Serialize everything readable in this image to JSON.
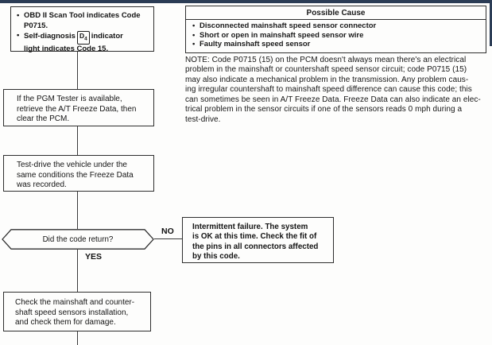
{
  "colors": {
    "top_bar": "#2b3c55",
    "line": "#3a3a3a",
    "text": "#161616"
  },
  "possible_cause": {
    "title": "Possible Cause",
    "bullet": "•",
    "items": [
      "Disconnected mainshaft speed sensor connector",
      "Short or open in mainshaft speed sensor wire",
      "Faulty mainshaft speed sensor"
    ]
  },
  "note": "NOTE: Code P0715 (15) on the PCM doesn't always mean there's an electrical\nproblem in the mainshaft or countershaft speed sensor circuit; code P0715 (15)\nmay also indicate a mechanical problem in the transmission. Any problem caus-\ning irregular countershaft to mainshaft speed difference can cause this code; this\ncan sometimes be seen in A/T Freeze Data. Freeze Data can also indicate an elec-\ntrical problem in the sensor circuits if one of the sensors reads 0 mph during a\ntest-drive.",
  "flow": {
    "start": {
      "bullet": "•",
      "item1": "OBD II Scan Tool indicates Code\nP0715.",
      "item2_pre": "Self-diagnosis",
      "indicator": "D",
      "indicator_sub": "4",
      "item2_post": "indicator\nlight indicates Code 15."
    },
    "step_pgm": "If the PGM Tester is available,\nretrieve the A/T Freeze Data, then\nclear the PCM.",
    "step_testdrive": "Test-drive the vehicle under the\nsame conditions the Freeze Data\nwas recorded.",
    "decision": "Did the code return?",
    "no_label": "NO",
    "yes_label": "YES",
    "intermittent": "Intermittent failure. The system\nis OK at this time. Check the fit of\nthe pins in all connectors affected\nby this code.",
    "step_check_sensors": "Check the mainshaft and counter-\nshaft speed sensors installation,\nand check them for damage."
  }
}
